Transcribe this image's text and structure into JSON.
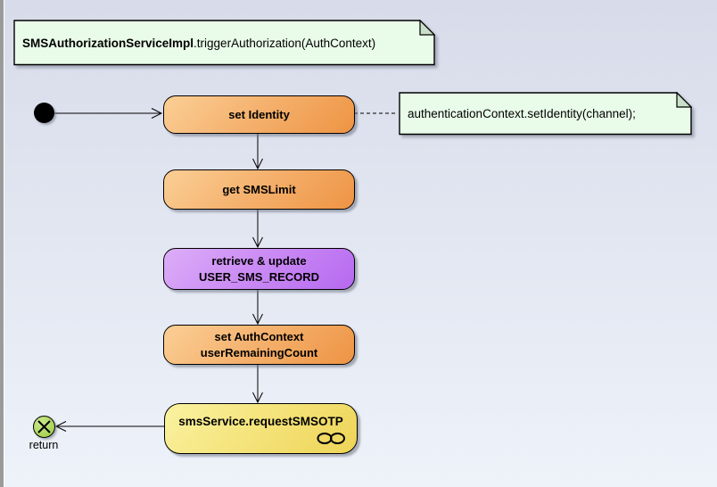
{
  "window": {
    "background_top": "#d8dcea",
    "background_bottom": "#eef2f9",
    "left_edge_color": "#9a9a9a"
  },
  "diagram": {
    "title_note": {
      "text_bold": "SMSAuthorizationServiceImpl",
      "text_rest": ".triggerAuthorization(AuthContext)",
      "fill": "#e9fbe9",
      "fold_fill": "#c9dfc9"
    },
    "start_node": {
      "type": "initial-node",
      "color": "#000000"
    },
    "activities": [
      {
        "id": "set-identity",
        "label": "set Identity",
        "fill_light": "#fbcf96",
        "fill_dark": "#ee9444"
      },
      {
        "id": "get-smslimit",
        "label": "get SMSLimit",
        "fill_light": "#fbcf96",
        "fill_dark": "#ee9444"
      },
      {
        "id": "retrieve-update",
        "label_line1": "retrieve & update",
        "label_line2": "USER_SMS_RECORD",
        "fill_light": "#dcaef8",
        "fill_dark": "#b669f0"
      },
      {
        "id": "set-authcontext",
        "label_line1": "set AuthContext",
        "label_line2": "userRemainingCount",
        "fill_light": "#fbcf96",
        "fill_dark": "#ee9444"
      },
      {
        "id": "request-smsotp",
        "label": "smsService.requestSMSOTP",
        "icon": "linked-ovals-icon",
        "fill_light": "#faf2a2",
        "fill_dark": "#eed457"
      }
    ],
    "side_note": {
      "text": "authenticationContext.setIdentity(channel);",
      "fill": "#e9fbe9",
      "fold_fill": "#c9dfc9"
    },
    "final_node": {
      "type": "flow-final-node",
      "label": "return",
      "fill": "#a8d455"
    }
  }
}
